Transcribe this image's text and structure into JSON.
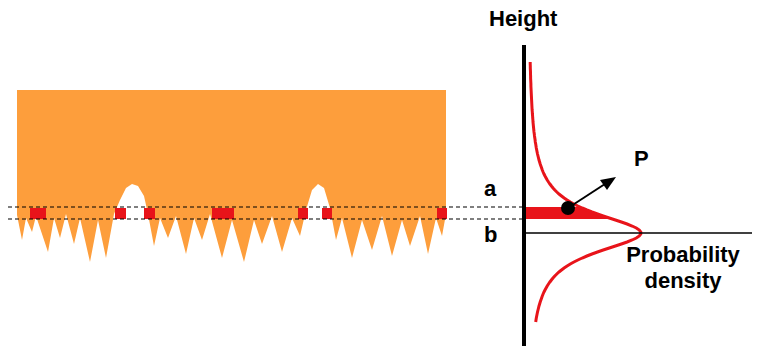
{
  "diagram": {
    "labels": [
      "Height",
      "a",
      "P",
      "b",
      "Probability density"
    ]
  }
}
